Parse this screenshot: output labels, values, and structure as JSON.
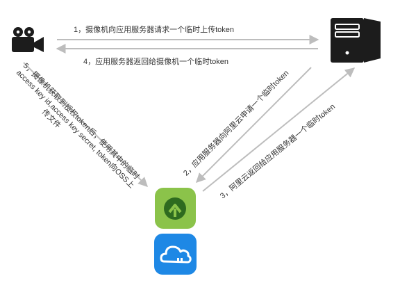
{
  "colors": {
    "arrow": "#bdbdbd",
    "icon_dark": "#1c1c1c",
    "oss_green": "#8bc34a",
    "oss_green_dark": "#2e6b1f",
    "cloud_blue": "#1e88e5",
    "text": "#333333"
  },
  "icons": {
    "camera": "video-camera-icon",
    "server": "server-icon",
    "oss": "oss-upload-icon",
    "cloud": "aliyun-cloud-icon"
  },
  "steps": {
    "s1": "1，摄像机向应用服务器请求一个临时上传token",
    "s2": "2，应用服务器向阿里云申请一个临时token",
    "s3": "3，阿里云返回给应用服务器一个临时token",
    "s4": "4，应用服务器返回给摄像机一个临时token",
    "s5": {
      "line1": "5，摄像机获取到授权token后，使用其中的临时",
      "line2": "access key id,access key secret, token向OSS上",
      "line3": "传文件"
    }
  }
}
